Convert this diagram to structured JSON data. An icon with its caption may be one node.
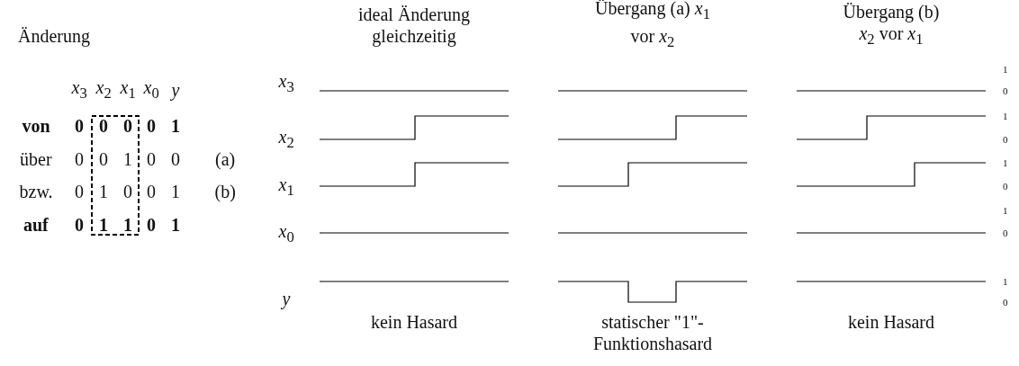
{
  "diagram": {
    "labels": [
      "ideal Änderung gleichzeitig",
      "Übergang (a) *x*$_{1}$ vor *x*$_{2}$",
      "Übergang (b) *x*$_{2}$ vor *x*$_{1}$",
      "Änderung",
      "*x*$_{3}$",
      "*x*$_{2}$",
      "*x*$_{1}$",
      "*x*$_{0}$",
      "*y*",
      "von",
      "0",
      "0",
      "0",
      "0",
      "1",
      "über",
      "0",
      "0",
      "1",
      "0",
      "0",
      "(a)",
      "bzw.",
      "0",
      "1",
      "0",
      "0",
      "1",
      "(b)",
      "auf",
      "0",
      "1",
      "1",
      "0",
      "1",
      "*x*$_{3}$",
      "*x*$_{2}$",
      "*x*$_{1}$",
      "*x*$_{0}$",
      "*y*",
      "1",
      "0",
      "1",
      "0",
      "1",
      "0",
      "1",
      "0",
      "1",
      "0",
      "kein Hasard",
      "statischer \"1\"- Funktionshasard",
      "kein Hasard"
    ]
  }
}
